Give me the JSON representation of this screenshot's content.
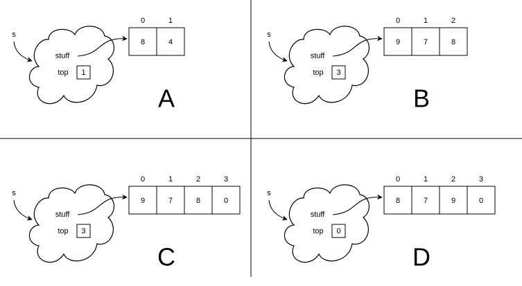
{
  "panels": [
    {
      "id": "A",
      "panel_label": "A",
      "var_label": "s",
      "stuff_label": "stuff",
      "top_label": "top",
      "top_value": "1",
      "indices": [
        "0",
        "1"
      ],
      "values": [
        "8",
        "4"
      ]
    },
    {
      "id": "B",
      "panel_label": "B",
      "var_label": "s",
      "stuff_label": "stuff",
      "top_label": "top",
      "top_value": "3",
      "indices": [
        "0",
        "1",
        "2"
      ],
      "values": [
        "9",
        "7",
        "8"
      ]
    },
    {
      "id": "C",
      "panel_label": "C",
      "var_label": "s",
      "stuff_label": "stuff",
      "top_label": "top",
      "top_value": "3",
      "indices": [
        "0",
        "1",
        "2",
        "3"
      ],
      "values": [
        "9",
        "7",
        "8",
        "0"
      ]
    },
    {
      "id": "D",
      "panel_label": "D",
      "var_label": "s",
      "stuff_label": "stuff",
      "top_label": "top",
      "top_value": "0",
      "indices": [
        "0",
        "1",
        "2",
        "3"
      ],
      "values": [
        "8",
        "7",
        "9",
        "0"
      ]
    }
  ]
}
